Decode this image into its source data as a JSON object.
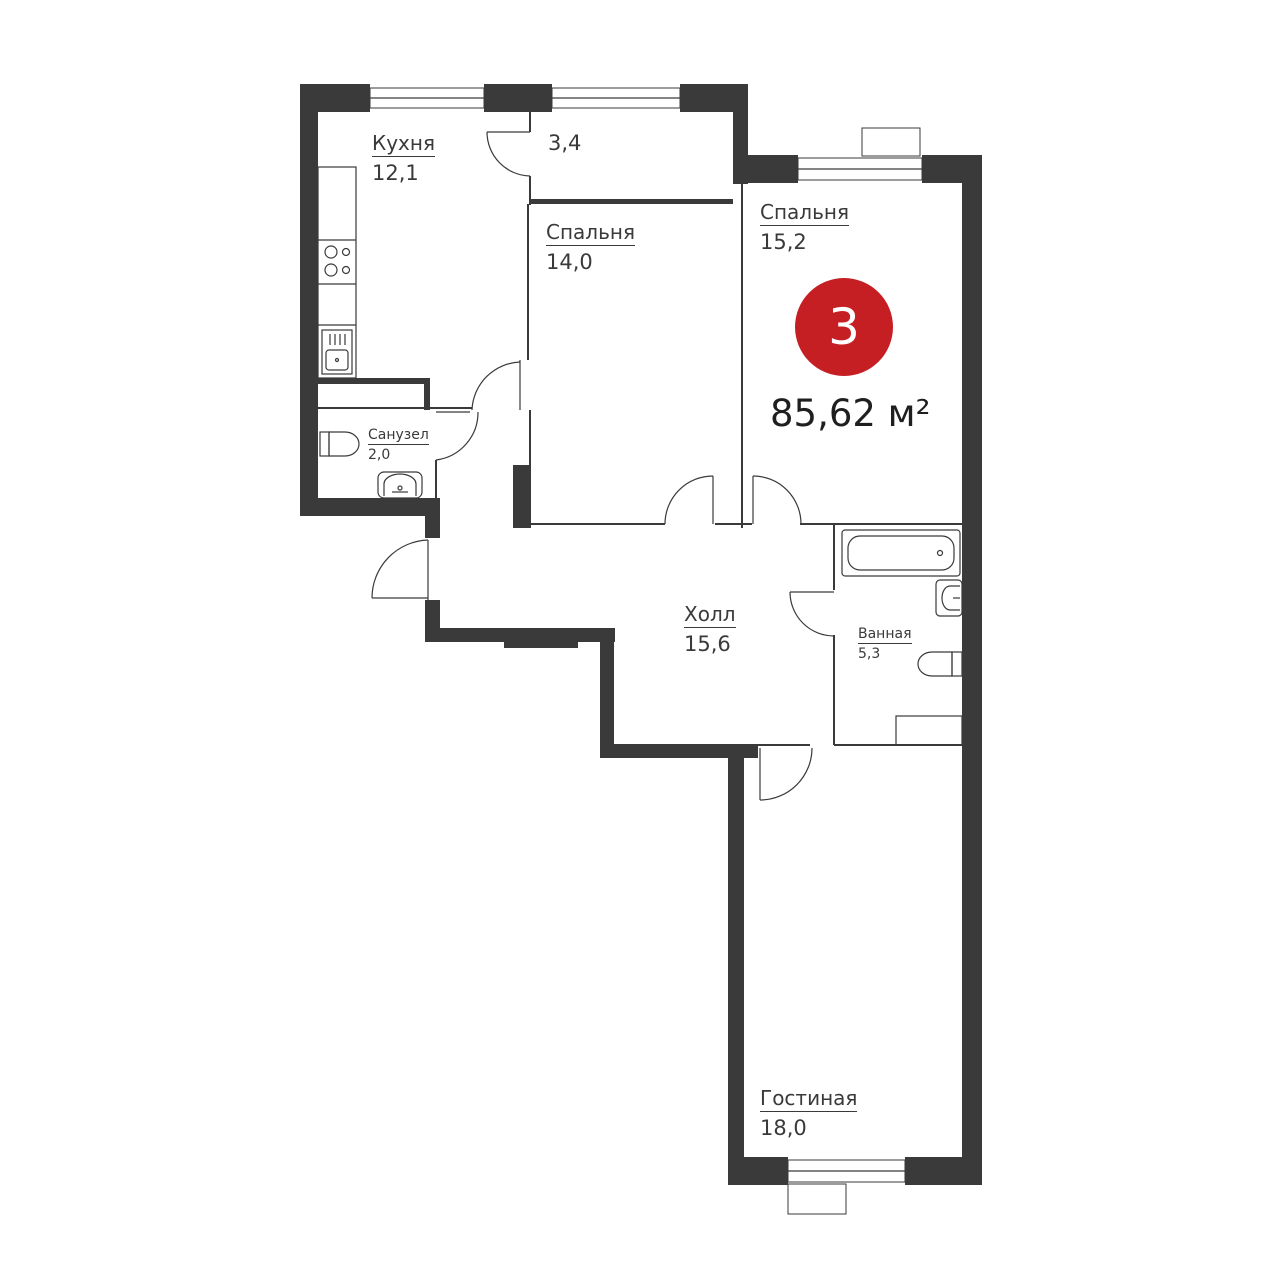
{
  "apartment": {
    "rooms_badge": "3",
    "total_area": "85,62 м²",
    "badge_color": "#c51f24",
    "wall_color": "#3a3a3a"
  },
  "rooms": {
    "kitchen": {
      "name": "Кухня",
      "area": "12,1"
    },
    "storage": {
      "name": "",
      "area": "3,4"
    },
    "bedroom1": {
      "name": "Спальня",
      "area": "14,0"
    },
    "bedroom2": {
      "name": "Спальня",
      "area": "15,2"
    },
    "wc": {
      "name": "Санузел",
      "area": "2,0"
    },
    "hall": {
      "name": "Холл",
      "area": "15,6"
    },
    "bathroom": {
      "name": "Ванная",
      "area": "5,3"
    },
    "living": {
      "name": "Гостиная",
      "area": "18,0"
    }
  },
  "icons": [
    "stove-icon",
    "kitchen-sink-icon",
    "toilet-icon",
    "washbasin-icon",
    "bathtub-icon",
    "door-swing-icon",
    "window-icon"
  ]
}
